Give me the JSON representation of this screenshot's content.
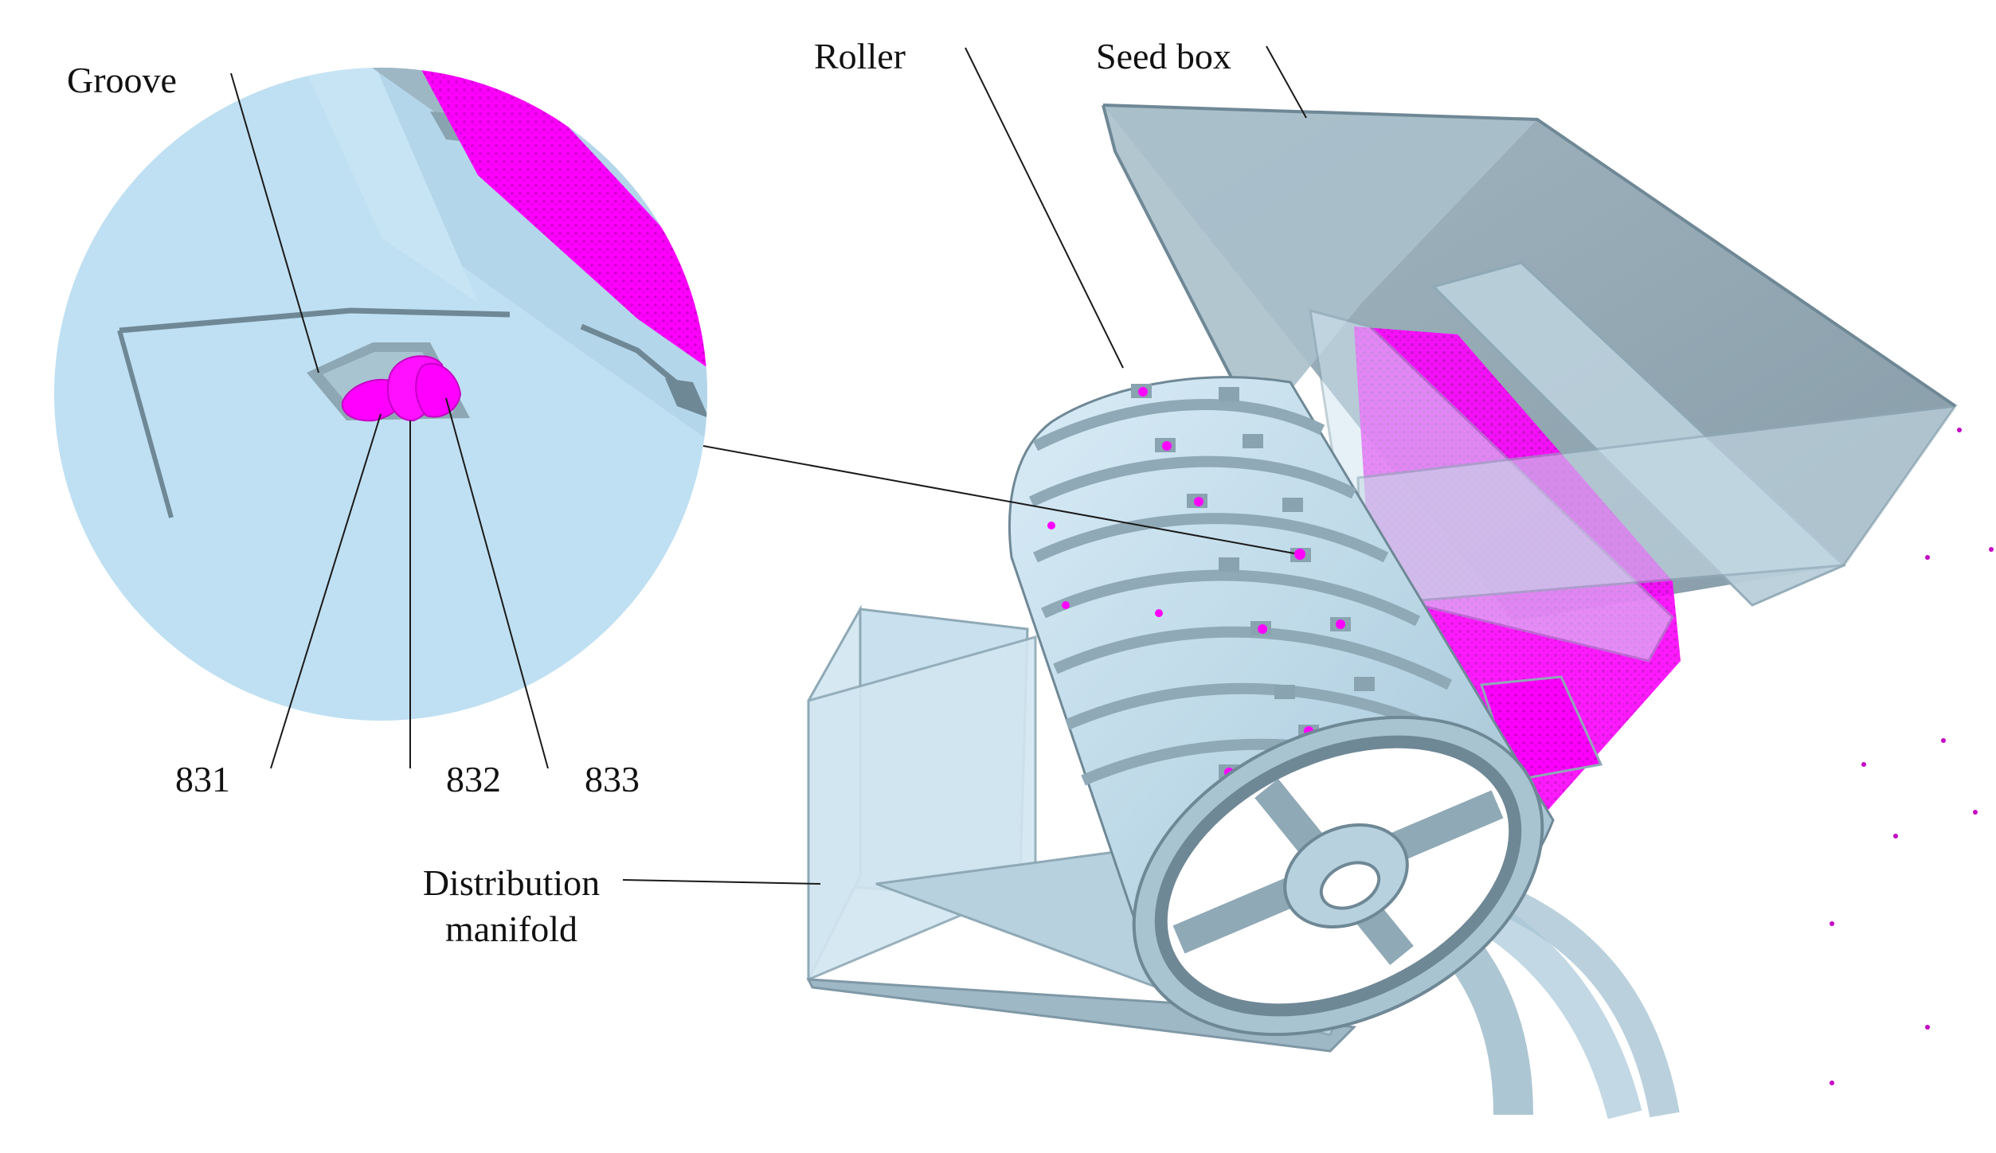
{
  "labels": {
    "groove": "Groove",
    "roller": "Roller",
    "seed_box": "Seed box",
    "distribution_manifold_line1": "Distribution",
    "distribution_manifold_line2": "manifold",
    "seed_831": "831",
    "seed_832": "832",
    "seed_833": "833"
  },
  "colors": {
    "part_fill": "#c8e0ee",
    "part_fill_dark": "#8fa9b6",
    "part_edge": "#6f8896",
    "zoom_circle_fill": "#bfe0f2",
    "seed_magenta": "#ff00ff",
    "seed_magenta_dark": "#c400c4",
    "leader_line": "#1a1a1a"
  },
  "icons": {
    "zoom_inset": "magnified-groove-circle",
    "roller": "grooved-roller-cylinder",
    "seed_box": "hopper-seed-box",
    "manifold": "distribution-manifold-funnel"
  }
}
